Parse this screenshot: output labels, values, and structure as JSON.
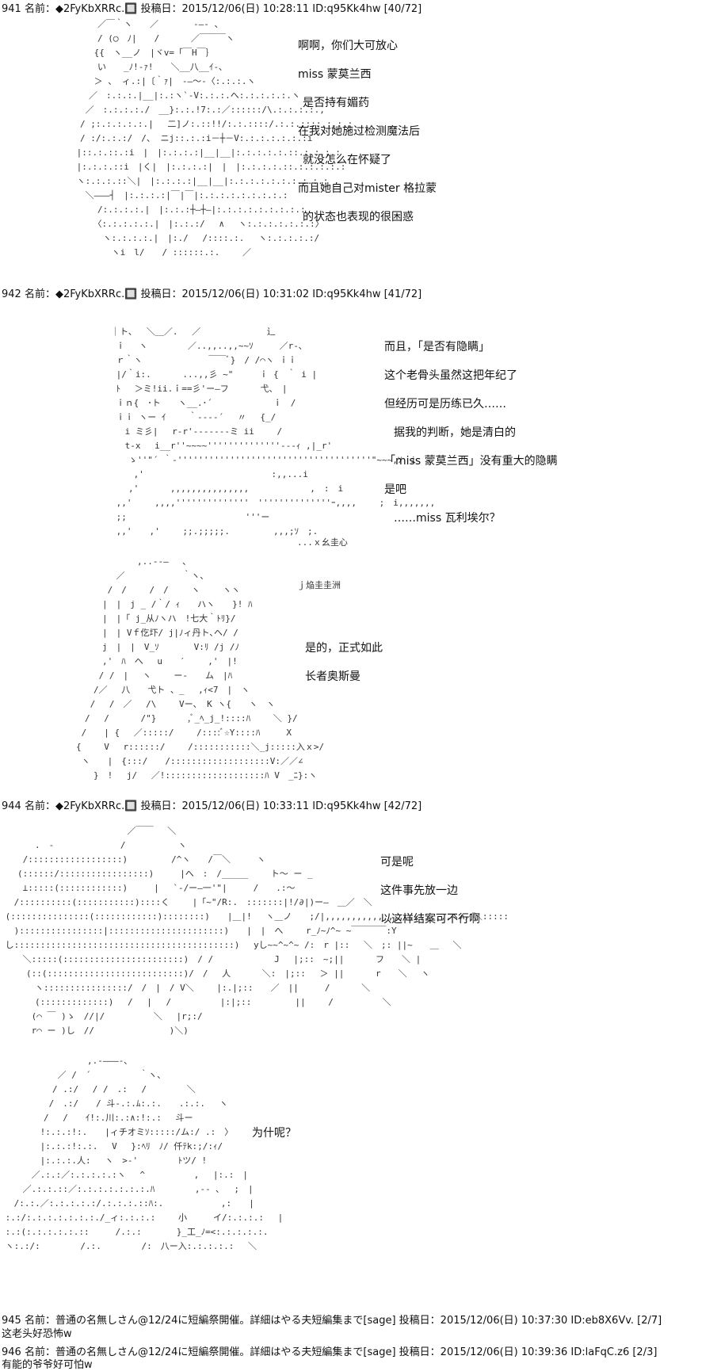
{
  "posts": [
    {
      "header": "941 名前：◆2FyKbXRRc.🔲 投稿日：2015/12/06(日) 10:28:11 ID:q95Kk4hw [40/72]",
      "lines": [
        "啊啊，你们大可放心",
        "miss 蒙莫兰西",
        "是否持有媚药",
        "在我对她施过检测魔法后",
        "就没怎么在怀疑了",
        "而且她自己对mister 格拉蒙",
        "的状态也表现的很困惑"
      ]
    },
    {
      "header": "942 名前：◆2FyKbXRRc.🔲 投稿日：2015/12/06(日) 10:31:02 ID:q95Kk4hw [41/72]",
      "lines": [
        "而且，「是否有隐瞒」",
        "这个老骨头虽然这把年纪了",
        "但经历可是历练已久……",
        "据我的判断，她是清白的",
        "「miss 蒙莫兰西」没有重大的隐瞒",
        "是吧",
        "……miss 瓦利埃尔？"
      ],
      "art_caption": [
        "...ｘ幺圭心",
        "ｊ焔圭圭洲"
      ]
    },
    {
      "lines": [
        "是的，正式如此",
        "长者奥斯曼"
      ]
    },
    {
      "header": "944 名前：◆2FyKbXRRc.🔲 投稿日：2015/12/06(日) 10:33:11 ID:q95Kk4hw [42/72]",
      "lines": [
        "可是呢",
        "这件事先放一边",
        "以这样结案可不行啊"
      ]
    },
    {
      "lines": [
        "为什呢？"
      ]
    },
    {
      "header": "945 名前：普通の名無しさん@12/24に短編祭開催。詳細はやる夫短編集まで[sage] 投稿日：2015/12/06(日) 10:37:30 ID:eb8X6Vv. [2/7]",
      "lines": [
        "这老头好恐怖w"
      ]
    },
    {
      "header": "946 名前：普通の名無しさん@12/24に短編祭開催。詳細はやる夫短編集まで[sage] 投稿日：2015/12/06(日) 10:39:36 ID:laFqC.z6 [2/3]",
      "lines": [
        "有能的爷爷好可怕w"
      ]
    }
  ]
}
